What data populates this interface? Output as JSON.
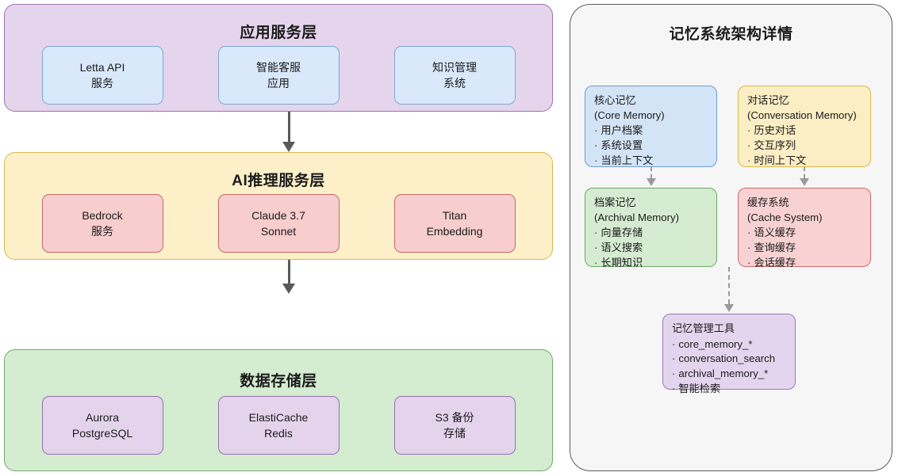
{
  "left_stack": {
    "layers": [
      {
        "id": "application-service-layer",
        "title": "应用服务层",
        "palette": "app",
        "cards": [
          {
            "line1": "Letta API",
            "line2": "服务"
          },
          {
            "line1": "智能客服",
            "line2": "应用"
          },
          {
            "line1": "知识管理",
            "line2": "系统"
          }
        ]
      },
      {
        "id": "ai-inference-service-layer",
        "title": "AI推理服务层",
        "palette": "ai",
        "cards": [
          {
            "line1": "Bedrock",
            "line2": "服务"
          },
          {
            "line1": "Claude 3.7",
            "line2": "Sonnet"
          },
          {
            "line1": "Titan",
            "line2": "Embedding"
          }
        ]
      },
      {
        "id": "data-storage-layer",
        "title": "数据存储层",
        "palette": "data",
        "cards": [
          {
            "line1": "Aurora",
            "line2": "PostgreSQL"
          },
          {
            "line1": "ElastiCache",
            "line2": "Redis"
          },
          {
            "line1": "S3 备份",
            "line2": "存储"
          }
        ]
      }
    ],
    "connectors": [
      {
        "id": "arrow-app-to-ai",
        "style": "solid-arrow-down"
      },
      {
        "id": "arrow-ai-to-data",
        "style": "solid-arrow-down"
      }
    ]
  },
  "right_panel": {
    "title": "记忆系统架构详情",
    "boxes": [
      {
        "id": "core-memory",
        "header_cn": "核心记忆",
        "header_en": "(Core Memory)",
        "items": [
          "用户档案",
          "系统设置",
          "当前上下文"
        ]
      },
      {
        "id": "conversation-memory",
        "header_cn": "对话记忆",
        "header_en": "(Conversation Memory)",
        "items": [
          "历史对话",
          "交互序列",
          "时间上下文"
        ]
      },
      {
        "id": "archival-memory",
        "header_cn": "档案记忆",
        "header_en": "(Archival Memory)",
        "items": [
          "向量存储",
          "语义搜索",
          "长期知识"
        ]
      },
      {
        "id": "cache-system",
        "header_cn": "缓存系统",
        "header_en": "(Cache System)",
        "items": [
          "语义缓存",
          "查询缓存",
          "会话缓存"
        ]
      },
      {
        "id": "memory-management-tools",
        "header_cn": "记忆管理工具",
        "header_en": "",
        "items": [
          "core_memory_*",
          "conversation_search",
          "archival_memory_*",
          "智能检索"
        ]
      }
    ],
    "connectors": [
      {
        "id": "arrow-core-to-archival",
        "style": "dashed-arrow-down"
      },
      {
        "id": "arrow-conversation-to-cache",
        "style": "dashed-arrow-down"
      },
      {
        "id": "arrow-archival-to-tools",
        "style": "dashed-arrow-down"
      }
    ]
  },
  "colors": {
    "app_layer_fill": "#e5d5ec",
    "app_layer_stroke": "#9c72b3",
    "app_card_fill": "#d9e8fb",
    "app_card_stroke": "#7ba7d7",
    "ai_layer_fill": "#fdf0c8",
    "ai_layer_stroke": "#d6b84e",
    "ai_card_fill": "#f7cdcd",
    "ai_card_stroke": "#c0696c",
    "data_layer_fill": "#d4ecd0",
    "data_layer_stroke": "#71a96b",
    "data_card_fill": "#e3d4ec",
    "data_card_stroke": "#9571b3",
    "panel_fill": "#f6f6f6",
    "panel_stroke": "#5c5c5c",
    "connector_solid": "#595959",
    "connector_dashed": "#9a9a9a",
    "text": "#1b1b1b"
  }
}
